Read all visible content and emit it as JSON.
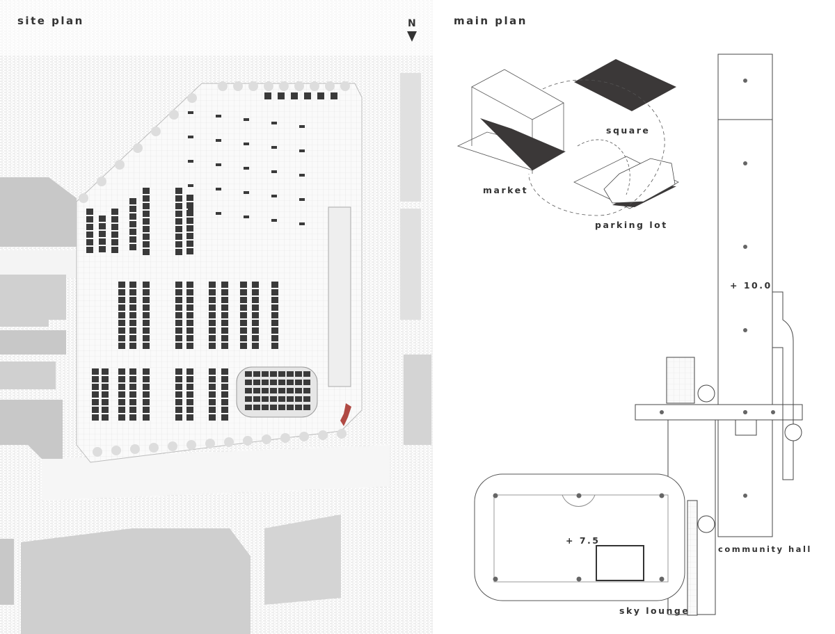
{
  "site_plan": {
    "title": "site plan",
    "north_label": "N"
  },
  "main_plan": {
    "title": "main plan",
    "diagram": {
      "market": "market",
      "square": "square",
      "parking_lot": "parking lot"
    },
    "community_hall": {
      "label": "community hall",
      "level": "+ 10.0"
    },
    "sky_lounge": {
      "label": "sky lounge",
      "level": "+ 7.5"
    }
  },
  "colors": {
    "stall": "#3a3a3a",
    "building": "#c8c8c8",
    "accent": "#b04a44",
    "dark_plane": "#3b3838"
  }
}
